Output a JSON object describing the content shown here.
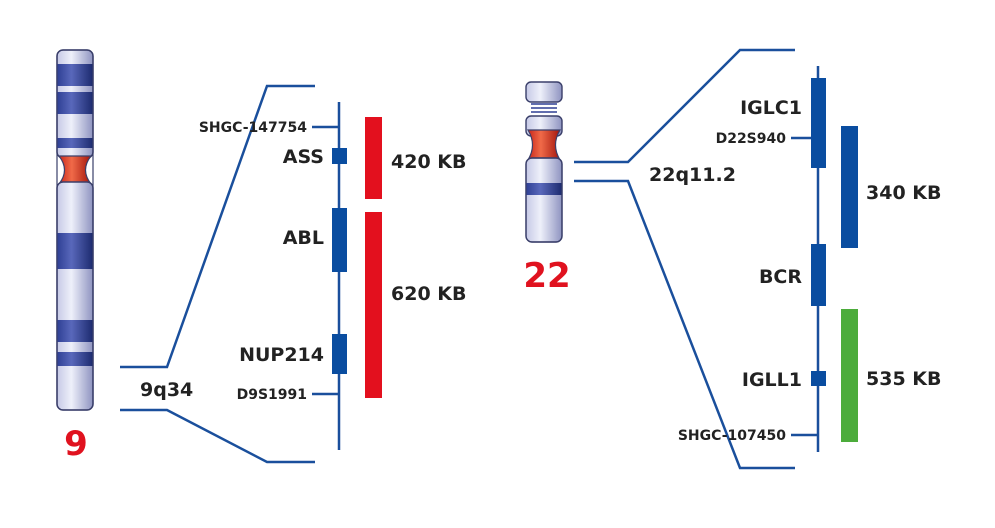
{
  "colors": {
    "line": "#1a4f9c",
    "marker": "#0a4da0",
    "red": "#e3101e",
    "green": "#4cac3b",
    "label_red": "#e0121f"
  },
  "chromosome9": {
    "number": "9",
    "band": "9q34",
    "markers": {
      "shgc": "SHGC-147754",
      "ass": "ASS",
      "abl": "ABL",
      "nup214": "NUP214",
      "d9s": "D9S1991"
    },
    "segments": {
      "seg1": "420 KB",
      "seg2": "620 KB"
    }
  },
  "chromosome22": {
    "number": "22",
    "band": "22q11.2",
    "markers": {
      "iglc1": "IGLC1",
      "d22s": "D22S940",
      "bcr": "BCR",
      "igll1": "IGLL1",
      "shgc": "SHGC-107450"
    },
    "segments": {
      "seg1": "340 KB",
      "seg2": "535 KB"
    }
  }
}
